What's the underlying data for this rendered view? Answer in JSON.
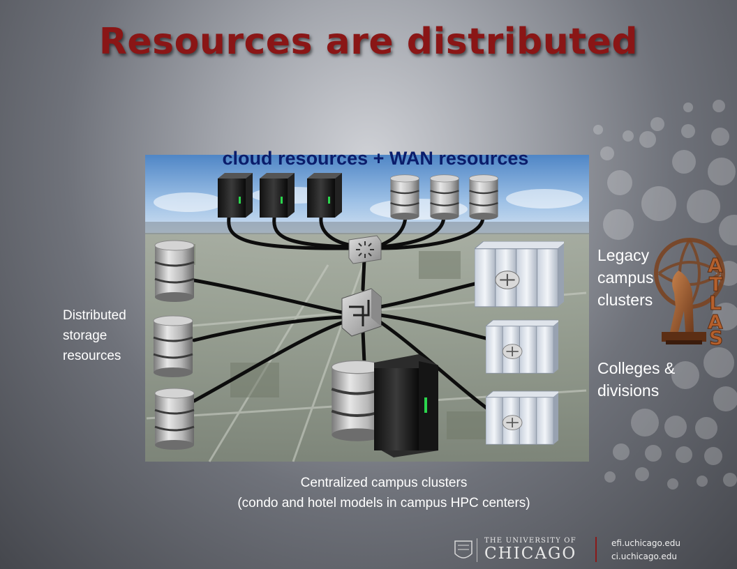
{
  "slide": {
    "title": "Resources are distributed"
  },
  "diagram": {
    "cloud_label": "cloud resources + WAN resources",
    "storage_label": "Distributed\nstorage\nresources",
    "legacy_label": "Legacy\ncampus\nclusters",
    "colleges_label": "Colleges &\ndivisions",
    "central_label": "Centralized campus clusters\n(condo and hotel models in campus HPC centers)"
  },
  "footer": {
    "university_line1": "THE UNIVERSITY OF",
    "university_line2": "CHICAGO",
    "url1": "efi.uchicago.edu",
    "url2": "ci.uchicago.edu",
    "atlas_letters": [
      "A",
      "T",
      "L",
      "A",
      "S"
    ]
  },
  "colors": {
    "title": "#8a1616",
    "cloud_label": "#0b1d6b",
    "label_text": "#ffffff",
    "footer_accent": "#8a1a1a"
  }
}
